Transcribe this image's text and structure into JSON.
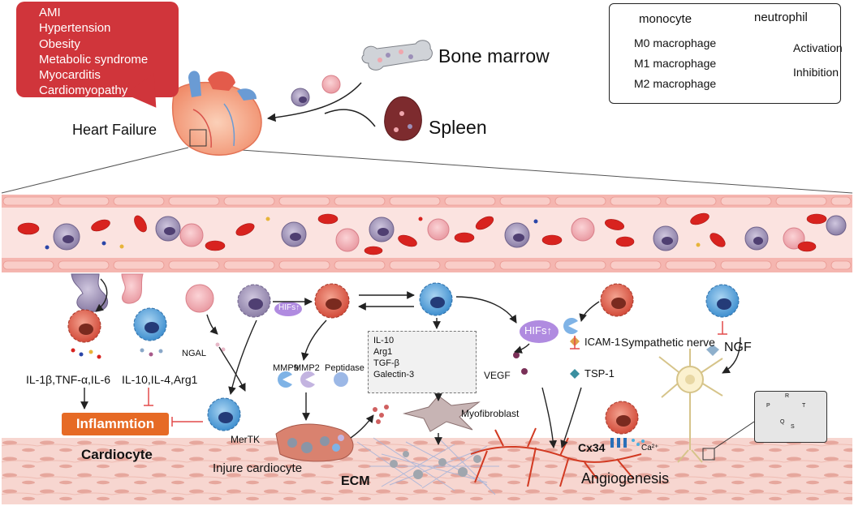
{
  "risk_factors": [
    "AMI",
    "Hypertension",
    "Obesity",
    "Metabolic syndrome",
    "Myocarditis",
    "Cardiomyopathy"
  ],
  "heart_failure_label": "Heart Failure",
  "bone_marrow_label": "Bone marrow",
  "spleen_label": "Spleen",
  "legend": {
    "monocyte": "monocyte",
    "neutrophil": "neutrophil",
    "m0": "M0 macrophage",
    "m1": "M1 macrophage",
    "m2": "M2 macrophage",
    "activation": "Activation",
    "inhibition": "Inhibition"
  },
  "labels": {
    "m1_cytokines": "IL-1β,TNF-α,IL-6",
    "m2_cytokines": "IL-10,IL-4,Arg1",
    "inflammation": "Inflammtion",
    "cardiocyte": "Cardiocyte",
    "ngal": "NGAL",
    "mertk": "MerTK",
    "mmp9": "MMP9",
    "mmp2": "MMP2",
    "peptidase": "Peptidase",
    "hifs_small": "HIFs↑",
    "injure": "Injure cardiocyte",
    "ecm": "ECM",
    "myofibroblast": "Myofibroblast",
    "hifs_large": "HIFs↑",
    "vegf": "VEGF",
    "icam": "ICAM-1",
    "tsp": "TSP-1",
    "sympathetic": "Sympathetic nerve",
    "ngf": "NGF",
    "cx34": "Cx34",
    "ca": "Ca²⁺",
    "angiogenesis": "Angiogenesis"
  },
  "m2_factors": [
    "IL-10",
    "Arg1",
    "TGF-β",
    "Galectin-3"
  ],
  "ecg_labels": {
    "p": "P",
    "q": "Q",
    "r": "R",
    "s": "S",
    "t": "T"
  },
  "colors": {
    "callout": "#d0353b",
    "inflammation_box": "#e66a25",
    "vessel": "#fbe3e0",
    "rbc": "#d8231f",
    "monocyte": "#a79bbd",
    "neutrophil": "#f0a6ad",
    "m1": "#e0614d",
    "m2": "#5aa9dd",
    "inhibit": "#e24a4a"
  }
}
